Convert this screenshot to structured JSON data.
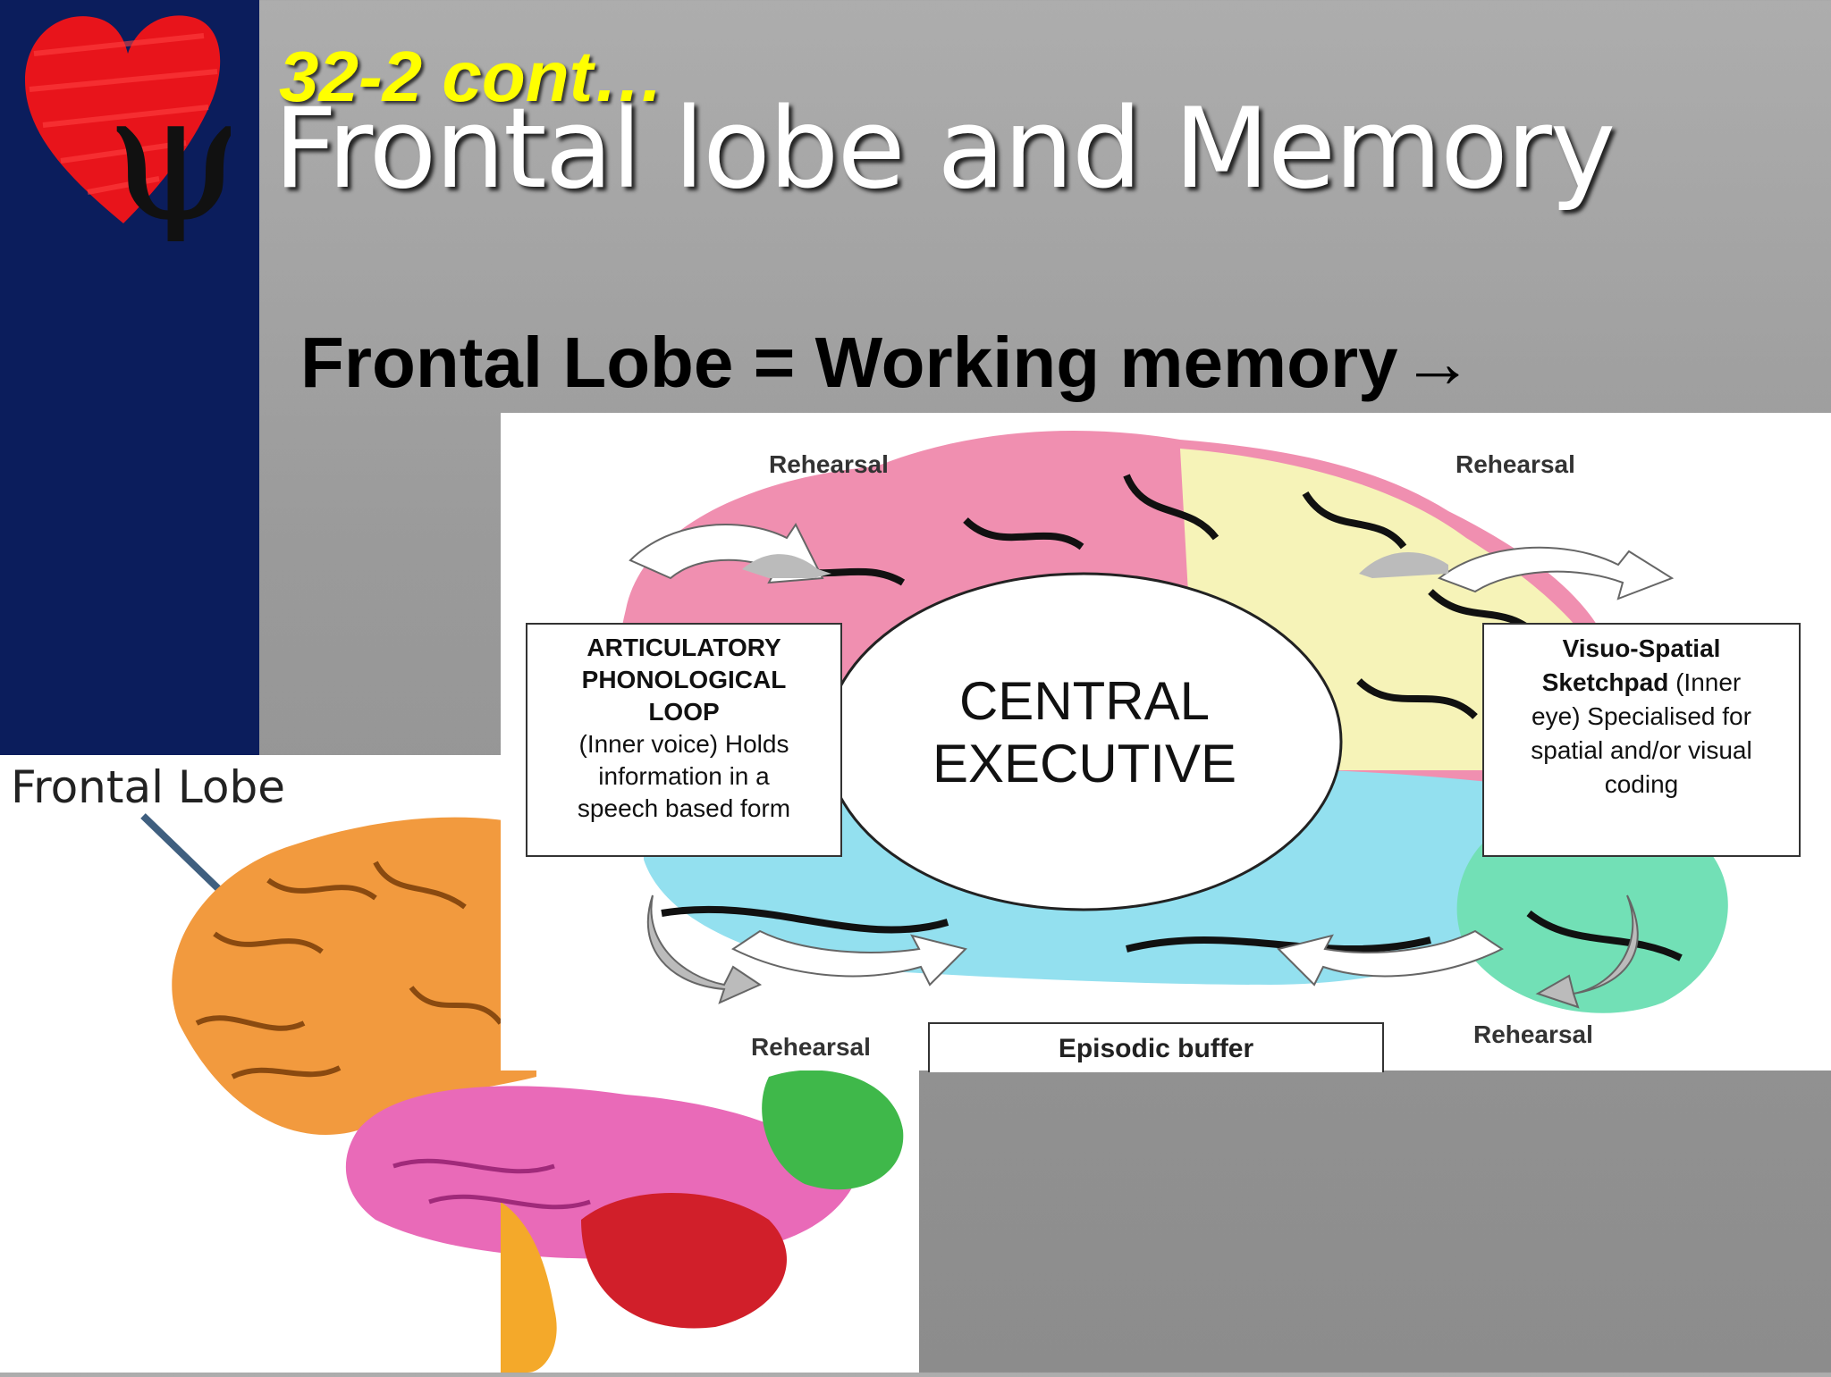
{
  "slide": {
    "subtitle": "32-2 cont…",
    "title": "Frontal lobe and Memory",
    "heading": "Frontal Lobe = Working memory",
    "heading_arrow": "→"
  },
  "brain_image": {
    "label": "Frontal Lobe"
  },
  "diagram": {
    "rehearsal_top_left": "Rehearsal",
    "rehearsal_top_right": "Rehearsal",
    "rehearsal_bottom_left": "Rehearsal",
    "rehearsal_bottom_right": "Rehearsal",
    "loop": {
      "line1": "ARTICULATORY",
      "line2": "PHONOLOGICAL",
      "line3": "LOOP",
      "line4": "(Inner voice) Holds",
      "line5": "information in a",
      "line6": "speech based form"
    },
    "central": {
      "line1": "CENTRAL",
      "line2": "EXECUTIVE"
    },
    "sketchpad": {
      "line1": "Visuo-Spatial",
      "line2_bold": "Sketchpad",
      "line2_rest": " (Inner",
      "line3": "eye) Specialised for",
      "line4": "spatial and/or visual",
      "line5": "coding"
    },
    "episodic": "Episodic buffer"
  },
  "colors": {
    "sidebar": "#0b1d5c",
    "subtitle": "#ffff00",
    "title": "#ffffff",
    "brain_pink": "#f08fb0",
    "brain_yellow": "#f6f3b8",
    "brain_blue": "#93e0ef",
    "brain_green": "#72e0b6"
  }
}
